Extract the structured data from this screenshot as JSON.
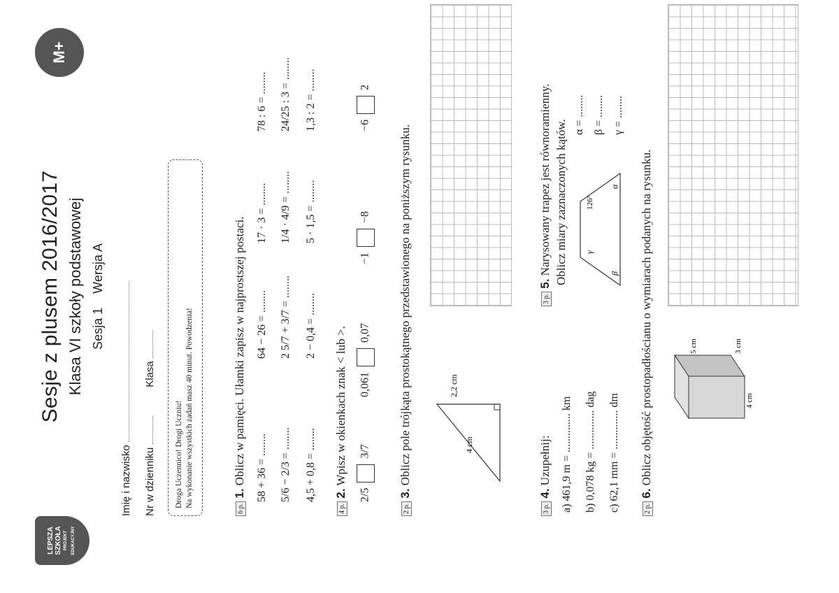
{
  "header": {
    "title": "Sesje z plusem 2016/2017",
    "subtitle": "Klasa VI szkoły podstawowej",
    "session": "Sesja 1",
    "version": "Wersja A",
    "logo_left_lines": [
      "LEPSZA",
      "SZKOŁA",
      "PROJEKT",
      "EDUKACYJNY"
    ],
    "logo_right": "M+"
  },
  "fields": {
    "name_label": "Imię i nazwisko",
    "diary_label": "Nr w dzienniku",
    "class_label": "Klasa"
  },
  "notice": {
    "line1": "Droga Uczennico! Drogi Uczniu!",
    "line2": "Na wykonanie wszystkich zadań masz 40 minut. Powodzenia!"
  },
  "q1": {
    "points": "6 p.",
    "number": "1.",
    "text": "Oblicz w pamięci. Ułamki zapisz w najprostszej postaci.",
    "rows": [
      [
        "58 + 36 = ........",
        "64 − 26 = ........",
        "17 · 3 = ........",
        "78 : 6 = ........"
      ],
      [
        "5/6 − 2/3 = ........",
        "2 5/7 + 3/7 = ........",
        "1/4 · 4/9 = ........",
        "24/25 : 3 = ........"
      ],
      [
        "4,5 + 0,8 = ........",
        "2 − 0,4 = ........",
        "5 · 1,5 = ........",
        "1,3 : 2 = ........"
      ]
    ]
  },
  "q2": {
    "points": "4 p.",
    "number": "2.",
    "text": "Wpisz w okienkach znak < lub >.",
    "pairs": [
      {
        "left": "2/5",
        "right": "3/7"
      },
      {
        "left": "0,061",
        "right": "0,07"
      },
      {
        "left": "−1",
        "right": "−8"
      },
      {
        "left": "−6",
        "right": "2"
      }
    ]
  },
  "q3": {
    "points": "2 p.",
    "number": "3.",
    "text": "Oblicz pole trójkąta prostokątnego przedstawionego na poniższym rysunku.",
    "side_a": "4 cm",
    "side_b": "2,2 cm"
  },
  "q4": {
    "points": "3 p.",
    "number": "4.",
    "text": "Uzupełnij:",
    "items": [
      "a) 461,9 m = .............. km",
      "b) 0,078 kg = .............. dag",
      "c) 62,1 mm = .............. dm"
    ]
  },
  "q5": {
    "points": "3 p.",
    "number": "5.",
    "text1": "Narysowany trapez jest równoramienny.",
    "text2": "Oblicz miary zaznaczonych kątów.",
    "angle_given": "126°",
    "labels": [
      "γ",
      "β",
      "α"
    ],
    "answers": [
      "α = ........",
      "β = ........",
      "γ = ........"
    ]
  },
  "q6": {
    "points": "2 p.",
    "number": "6.",
    "text": "Oblicz objętość prostopadłościanu o wymiarach podanych na rysunku.",
    "dims": [
      "4 cm",
      "3 cm",
      "5 cm"
    ]
  }
}
